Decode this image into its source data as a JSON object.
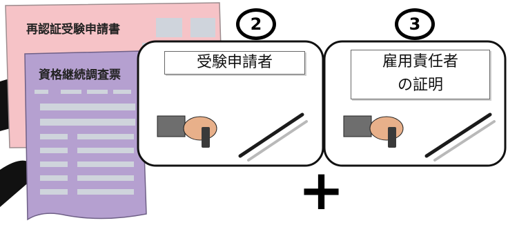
{
  "back_document": {
    "title": "再認証受験申請書",
    "color": "#f6c3c7"
  },
  "front_document": {
    "title": "資格継続調査票",
    "color": "#b5a0d0"
  },
  "steps": [
    {
      "badge": "2",
      "label_lines": [
        "受験申請者"
      ]
    },
    {
      "badge": "3",
      "label_lines": [
        "雇用責任者",
        "の証明"
      ]
    }
  ],
  "plus_symbol": "+"
}
